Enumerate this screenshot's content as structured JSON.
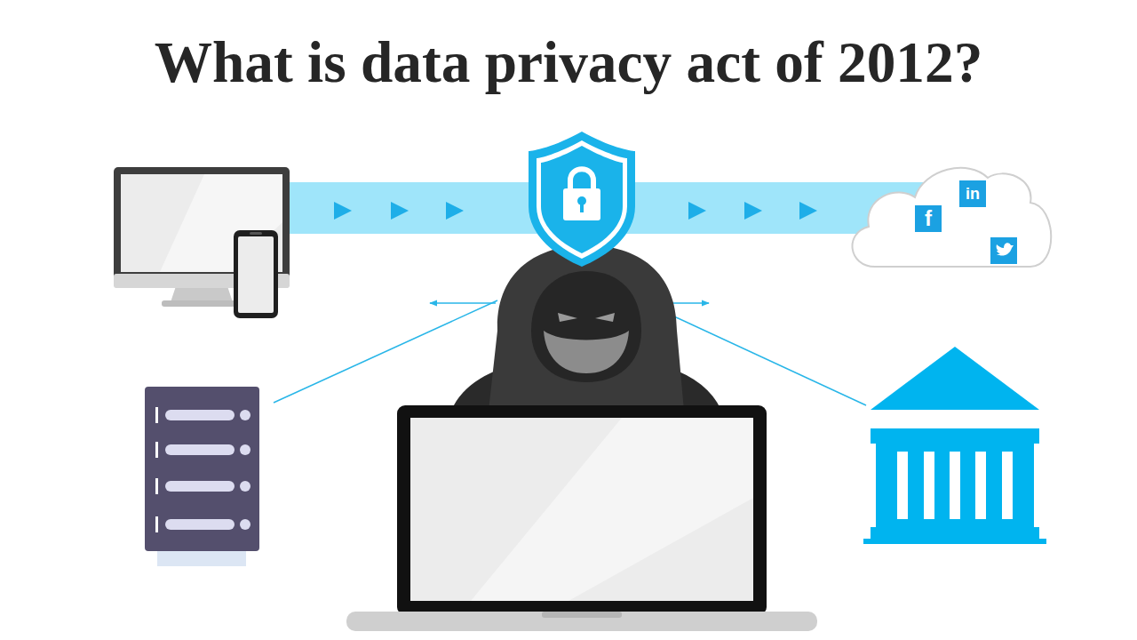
{
  "diagram": {
    "title": "What is data privacy act of 2012?",
    "labels": [
      "in",
      "f"
    ]
  }
}
